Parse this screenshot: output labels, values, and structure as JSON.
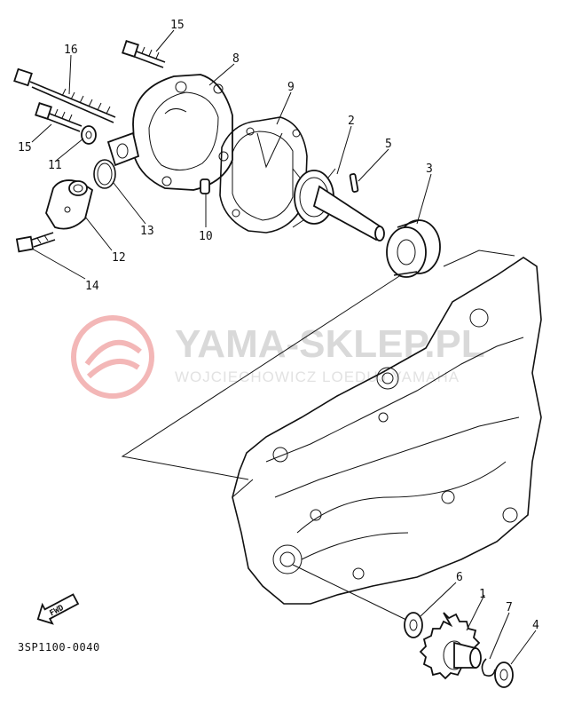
{
  "watermark": {
    "brand": "YAMA-SKLEP.PL",
    "sub": "WOJCIECHOWICZ LOEDUJ YAMAHA"
  },
  "diagram_code": "3SP1100-0040",
  "fwd_label": "FWD",
  "callouts": [
    "1",
    "2",
    "3",
    "4",
    "5",
    "6",
    "7",
    "8",
    "9",
    "10",
    "11",
    "12",
    "13",
    "14",
    "15",
    "15",
    "16"
  ],
  "colors": {
    "ink": "#111111",
    "watermark": "#f0a0a0"
  }
}
